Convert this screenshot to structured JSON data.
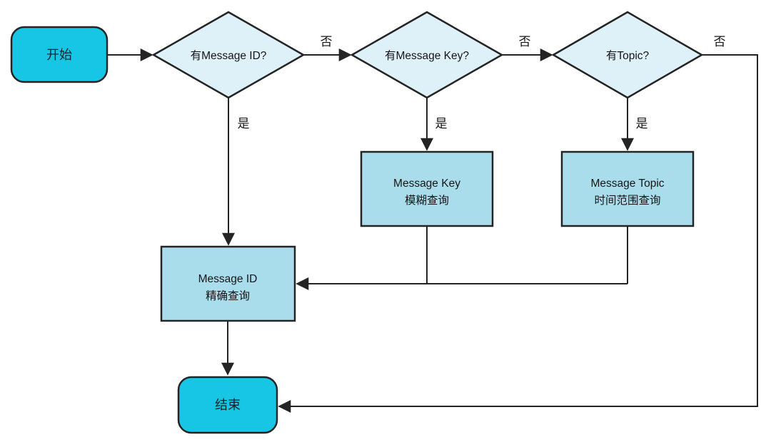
{
  "diagram": {
    "type": "flowchart",
    "background": "#ffffff",
    "colors": {
      "terminal_fill": "#17c5e4",
      "decision_fill": "#def0f8",
      "process_fill": "#aaddec",
      "line": "#242424",
      "text": "#161616"
    },
    "nodes": {
      "start": {
        "label": "开始"
      },
      "has_message_id": {
        "label": "有Message ID?"
      },
      "has_message_key": {
        "label": "有Message Key?"
      },
      "has_topic": {
        "label": "有Topic?"
      },
      "key_query": {
        "line1": "Message Key",
        "line2": "模糊查询"
      },
      "topic_query": {
        "line1": "Message Topic",
        "line2": "时间范围查询"
      },
      "id_query": {
        "line1": "Message ID",
        "line2": "精确查询"
      },
      "end": {
        "label": "结束"
      }
    },
    "edge_labels": {
      "id_no": "否",
      "key_no": "否",
      "topic_no": "否",
      "id_yes": "是",
      "key_yes": "是",
      "topic_yes": "是"
    }
  }
}
